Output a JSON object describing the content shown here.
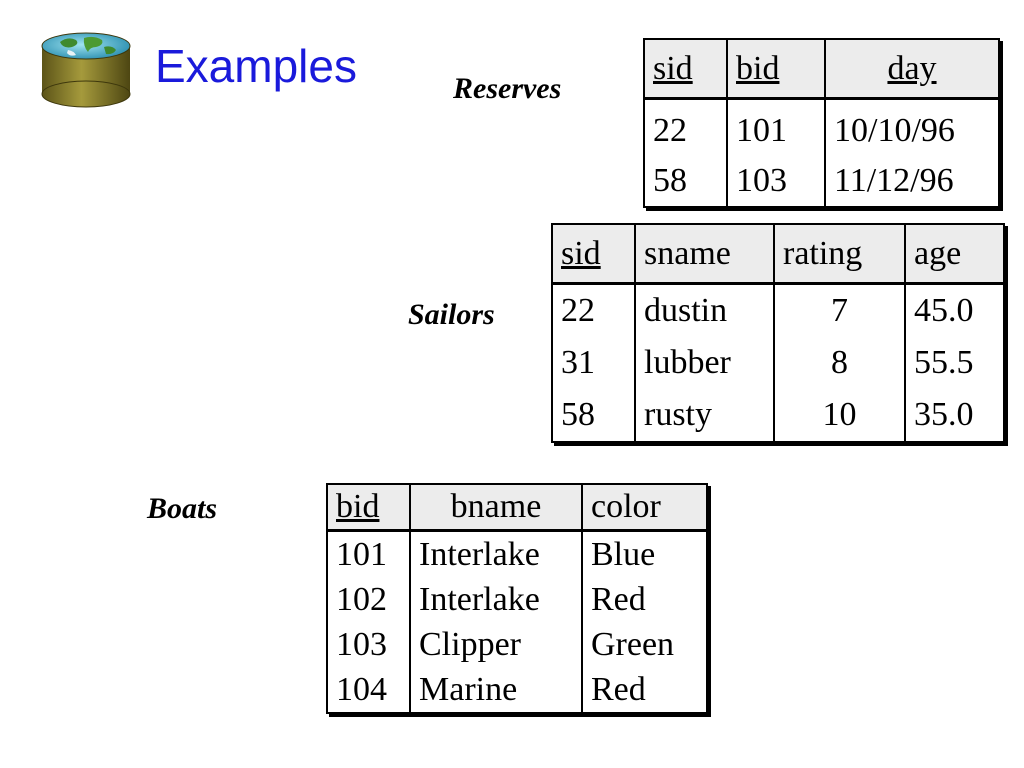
{
  "slide": {
    "title": "Examples",
    "logo_icon": "database-globe-icon"
  },
  "reserves": {
    "label": "Reserves",
    "columns": [
      {
        "name": "sid",
        "key": true
      },
      {
        "name": "bid",
        "key": true
      },
      {
        "name": "day",
        "key": true
      }
    ],
    "rows": [
      [
        "22",
        "101",
        "10/10/96"
      ],
      [
        "58",
        "103",
        "11/12/96"
      ]
    ]
  },
  "sailors": {
    "label": "Sailors",
    "columns": [
      {
        "name": "sid",
        "key": true
      },
      {
        "name": "sname",
        "key": false
      },
      {
        "name": "rating",
        "key": false
      },
      {
        "name": "age",
        "key": false
      }
    ],
    "rows": [
      [
        "22",
        "dustin",
        "7",
        "45.0"
      ],
      [
        "31",
        "lubber",
        "8",
        "55.5"
      ],
      [
        "58",
        "rusty",
        "10",
        "35.0"
      ]
    ]
  },
  "boats": {
    "label": "Boats",
    "columns": [
      {
        "name": "bid",
        "key": true
      },
      {
        "name": "bname",
        "key": false
      },
      {
        "name": "color",
        "key": false
      }
    ],
    "rows": [
      [
        "101",
        "Interlake",
        "Blue"
      ],
      [
        "102",
        "Interlake",
        "Red"
      ],
      [
        "103",
        "Clipper",
        "Green"
      ],
      [
        "104",
        "Marine",
        "Red"
      ]
    ]
  }
}
